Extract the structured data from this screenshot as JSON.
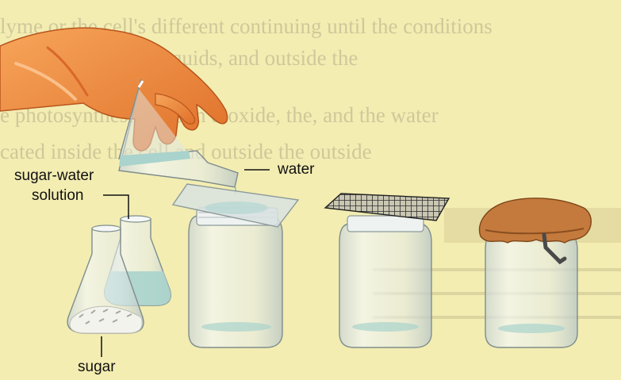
{
  "background_text": {
    "lines": [
      "lyme or the cell's different continuing until the conditions",
      "stance is the same liquids, and outside the",
      "e photosynthesis carbon dioxide, the, and the water",
      "cated inside the cell and outside the outside"
    ],
    "color": "#cfc89a"
  },
  "labels": {
    "sugar_water_solution_line1": "sugar-water",
    "sugar_water_solution_line2": "solution",
    "water": "water",
    "sugar": "sugar"
  },
  "colors": {
    "paper": "#f3edb2",
    "glove": "#f08a3a",
    "cloth_cover": "#c47a3c",
    "glass": "#dfe8e6",
    "liquid": "#a9d3cc",
    "mesh": "#3a3a3a"
  },
  "icons": [
    "gloved-hand-icon",
    "pouring-flask-icon",
    "sugar-flask-icon",
    "solution-flask-icon",
    "glass-plate-jar-icon",
    "mesh-covered-jar-icon",
    "cloth-covered-jar-icon"
  ]
}
